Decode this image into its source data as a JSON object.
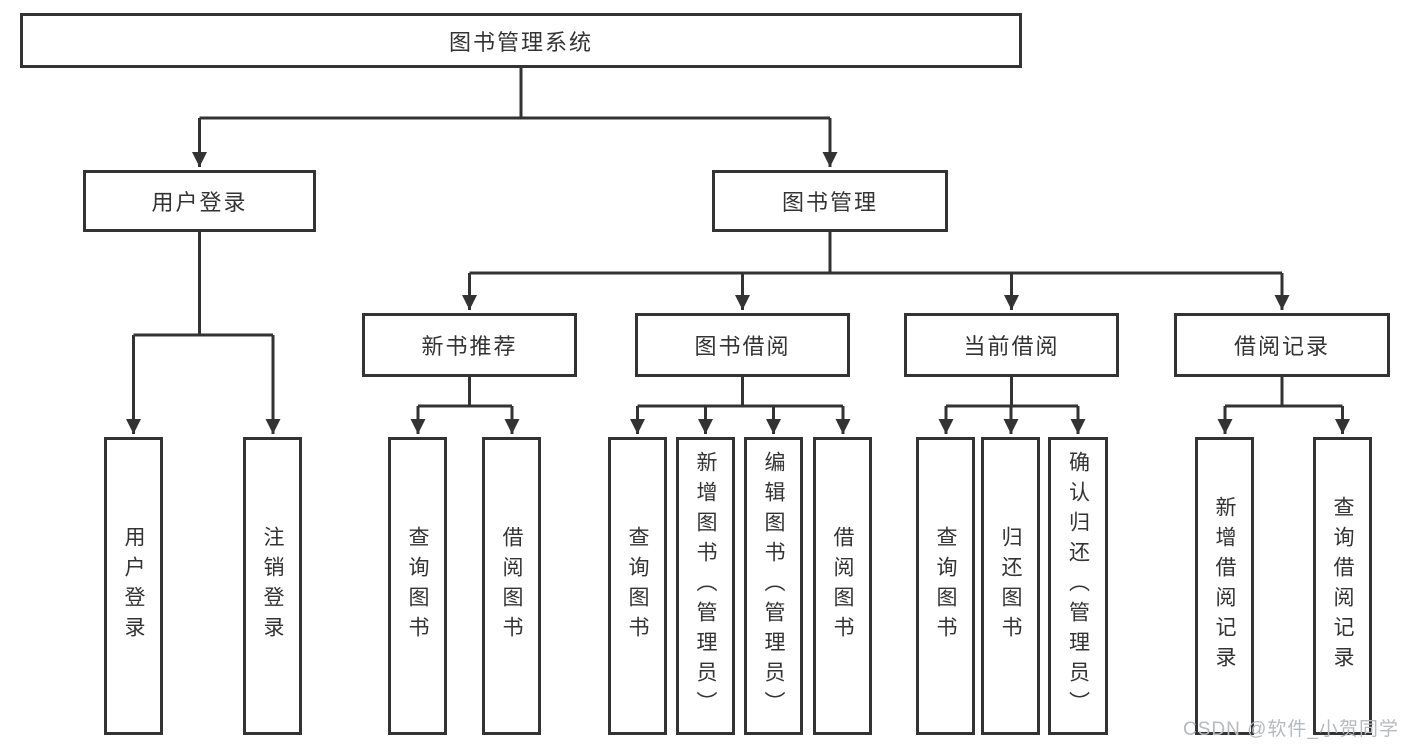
{
  "diagram_type": "hierarchy-tree",
  "tree": {
    "label": "图书管理系统",
    "children": [
      {
        "label": "用户登录",
        "children": [
          {
            "label": "用户登录"
          },
          {
            "label": "注销登录"
          }
        ]
      },
      {
        "label": "图书管理",
        "children": [
          {
            "label": "新书推荐",
            "children": [
              {
                "label": "查询图书"
              },
              {
                "label": "借阅图书"
              }
            ]
          },
          {
            "label": "图书借阅",
            "children": [
              {
                "label": "查询图书"
              },
              {
                "label": "新增图书（管理员）"
              },
              {
                "label": "编辑图书（管理员）"
              },
              {
                "label": "借阅图书"
              }
            ]
          },
          {
            "label": "当前借阅",
            "children": [
              {
                "label": "查询图书"
              },
              {
                "label": "归还图书"
              },
              {
                "label": "确认归还（管理员）"
              }
            ]
          },
          {
            "label": "借阅记录",
            "children": [
              {
                "label": "新增借阅记录"
              },
              {
                "label": "查询借阅记录"
              }
            ]
          }
        ]
      }
    ]
  },
  "watermark": {
    "text": "CSDN @软件_小贺同学"
  },
  "colors": {
    "line": "#333333",
    "text": "#333333",
    "watermark": "#b7babd",
    "background": "#ffffff"
  }
}
